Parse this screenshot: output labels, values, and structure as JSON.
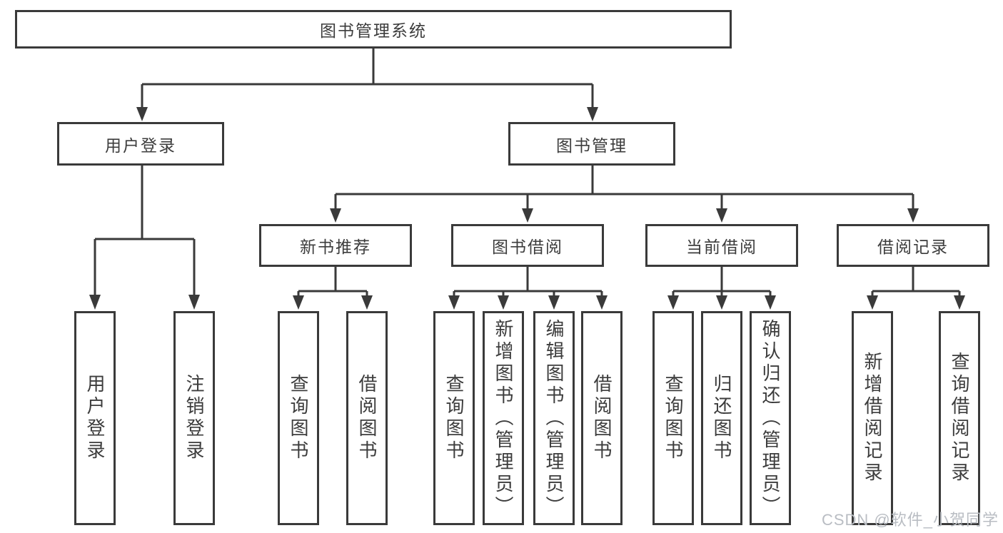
{
  "root": {
    "label": "图书管理系统"
  },
  "level2": {
    "user_login": "用户登录",
    "book_management": "图书管理"
  },
  "level3": {
    "new_book_recommend": "新书推荐",
    "book_borrowing": "图书借阅",
    "current_borrowing": "当前借阅",
    "borrowing_records": "借阅记录"
  },
  "leaves": {
    "user_login": "用户登录",
    "logout": "注销登录",
    "rec_query_books": "查询图书",
    "rec_borrow_books": "借阅图书",
    "bor_query_books": "查询图书",
    "bor_add_books_admin": "新增图书（管理员）",
    "bor_edit_books_admin": "编辑图书（管理员）",
    "bor_borrow_books": "借阅图书",
    "cur_query_books": "查询图书",
    "cur_return_books": "归还图书",
    "cur_confirm_return_admin": "确认归还（管理员）",
    "log_add_borrow_record": "新增借阅记录",
    "log_query_borrow_record": "查询借阅记录"
  },
  "watermark": "CSDN @软件_小贺同学",
  "colors": {
    "line": "#3a3a3a",
    "text": "#3c3c3c",
    "watermark_text": "#b9bdc3",
    "background": "#ffffff"
  }
}
